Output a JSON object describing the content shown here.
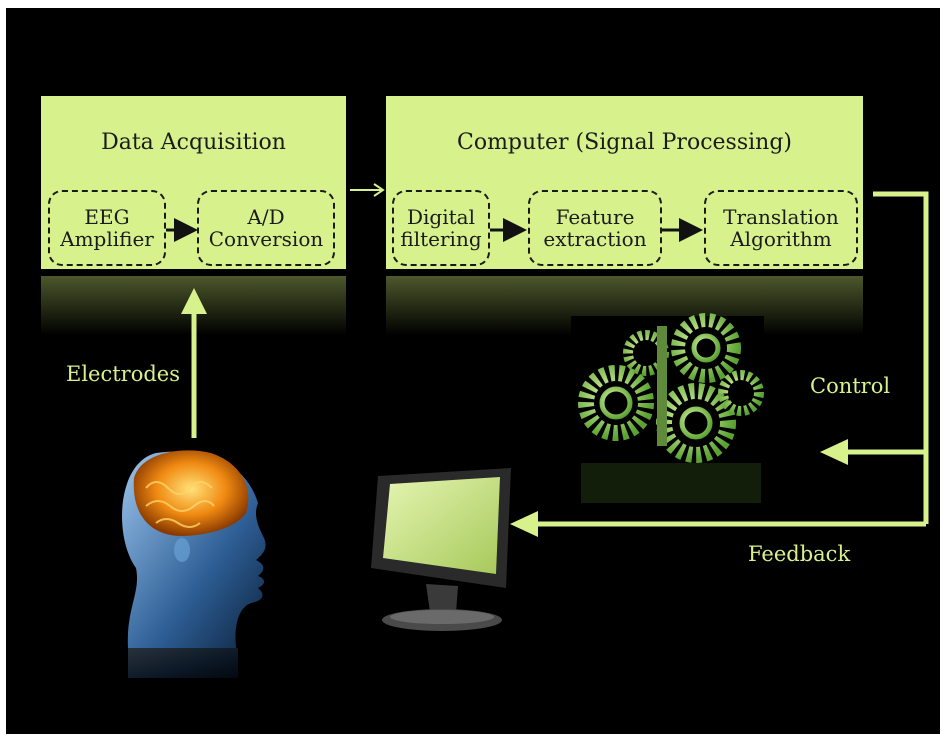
{
  "acquisition": {
    "title": "Data Acquisition",
    "blocks": [
      {
        "line1": "EEG",
        "line2": "Amplifier"
      },
      {
        "line1": "A/D",
        "line2": "Conversion"
      }
    ]
  },
  "computer": {
    "title": "Computer (Signal Processing)",
    "blocks": [
      {
        "line1": "Digital",
        "line2": "filtering"
      },
      {
        "line1": "Feature",
        "line2": "extraction"
      },
      {
        "line1": "Translation",
        "line2": "Algorithm"
      }
    ]
  },
  "labels": {
    "electrodes": "Electrodes",
    "control": "Control",
    "feedback": "Feedback"
  },
  "colors": {
    "box": "#d7f28d",
    "background": "#000000",
    "arrow": "#d7f28d"
  }
}
